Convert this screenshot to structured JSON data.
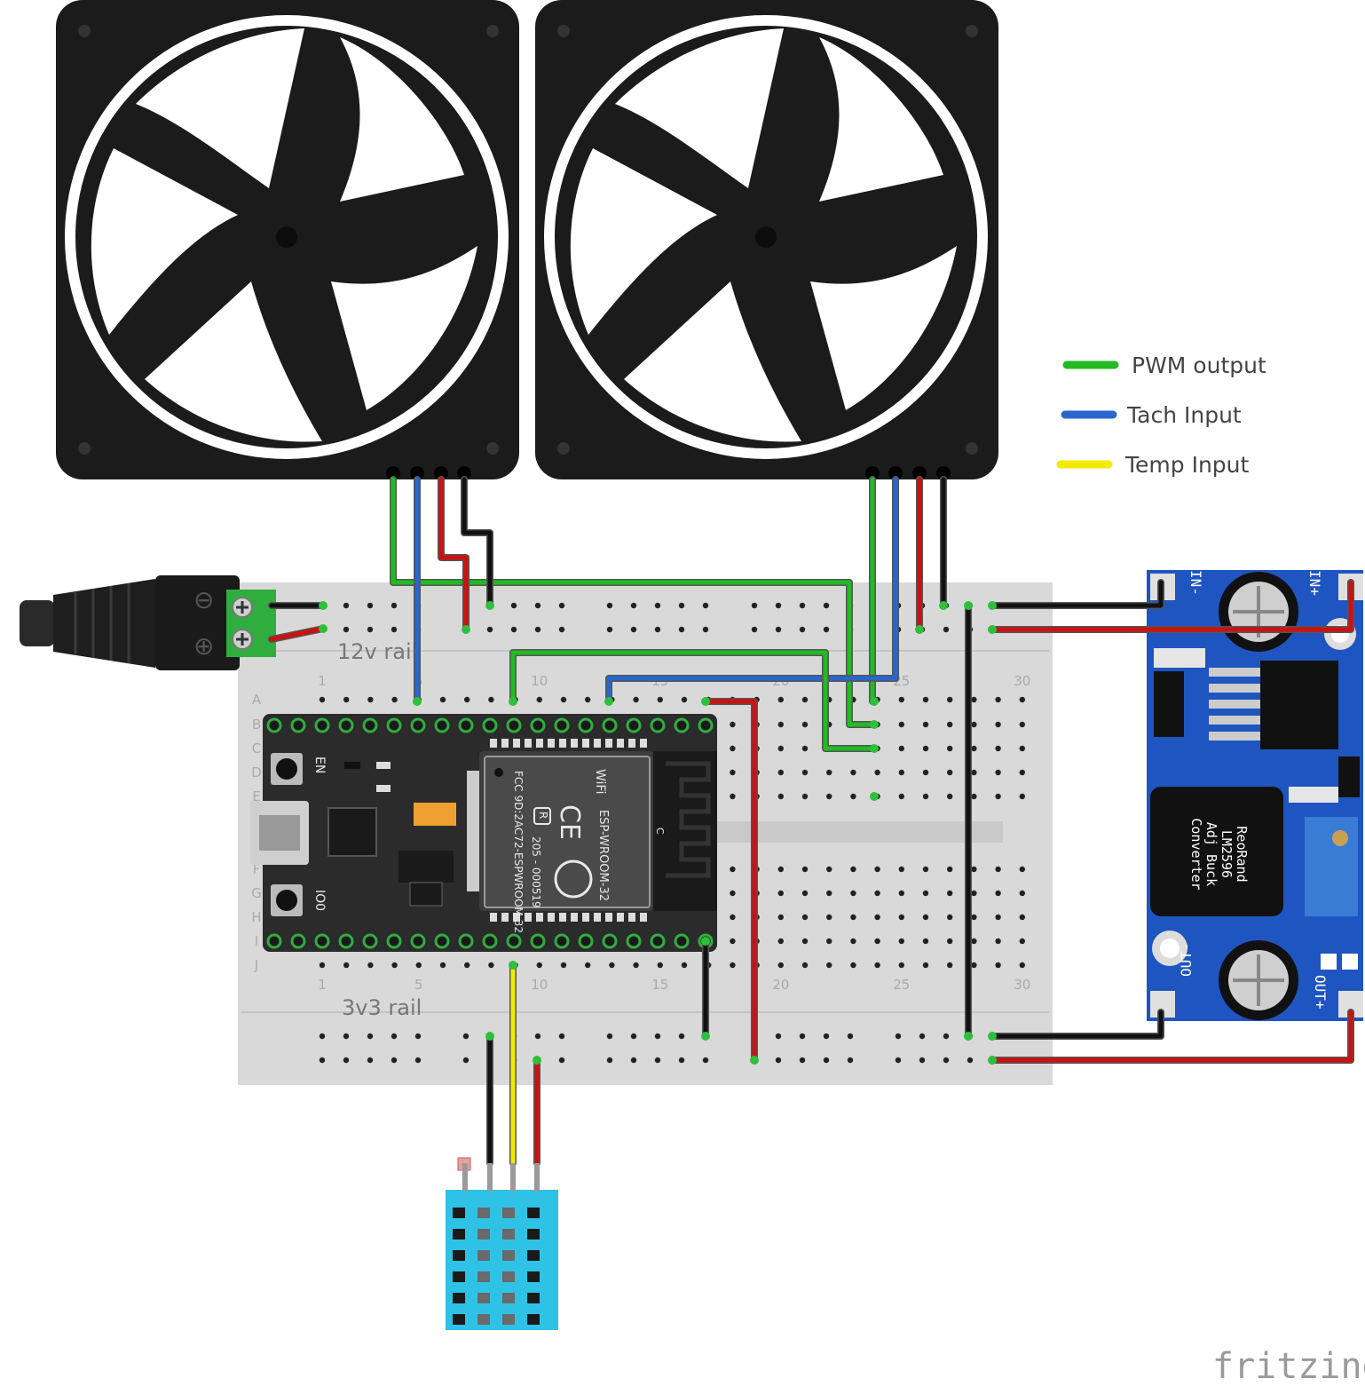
{
  "legend": [
    {
      "label": "PWM output",
      "color": "#22bb22"
    },
    {
      "label": "Tach Input",
      "color": "#2a66cc"
    },
    {
      "label": "Temp Input",
      "color": "#f2ea00"
    }
  ],
  "breadboard": {
    "rail_top_label": "12v rail",
    "rail_bottom_label": "3v3 rail",
    "column_numbers": [
      "1",
      "5",
      "10",
      "15",
      "20",
      "25",
      "30"
    ],
    "row_letters": [
      "A",
      "B",
      "C",
      "D",
      "E",
      "F",
      "G",
      "H",
      "I",
      "J"
    ]
  },
  "esp32": {
    "module_name": "ESP-WROOM-32",
    "fcc_id": "FCC 9D:2AC72-ESPWROOM 32",
    "cert_code": "205 - 000519",
    "wifi": "WiFi",
    "r_mark": "R",
    "ce_mark": "CE",
    "c_mark": "C",
    "button_en": "EN",
    "button_io0": "IO0"
  },
  "buck": {
    "label_line1": "ReoRand",
    "label_line2": "LM2596",
    "label_line3": "Adj Buck",
    "label_line4": "Converter",
    "in_plus": "IN+",
    "in_minus": "IN-",
    "out_plus": "OUT+",
    "out_minus": "OUT-"
  },
  "jack": {
    "minus_symbol": "⊖",
    "plus_symbol": "⊕"
  },
  "brand": "fritzing",
  "colors": {
    "wire_green": "#22bb22",
    "wire_blue": "#2a66cc",
    "wire_red": "#cc1111",
    "wire_black": "#111111",
    "wire_yellow": "#f2ea00",
    "pcb_blue": "#1f55c0",
    "breadboard": "#d9d9d9",
    "esp_board": "#2b2b2b",
    "sensor": "#2ec3e6"
  }
}
